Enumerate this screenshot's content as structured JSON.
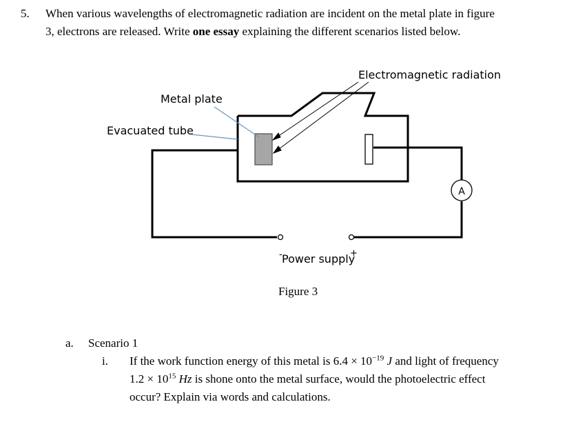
{
  "question": {
    "number": "5.",
    "line1": "When various wavelengths of electromagnetic radiation are incident on the metal plate in figure",
    "line2_pre": "3, electrons are released. Write ",
    "line2_bold": "one essay",
    "line2_post": " explaining the different scenarios listed below."
  },
  "figure": {
    "label_radiation": "Electromagnetic radiation",
    "label_metal_plate": "Metal plate",
    "label_evacuated_tube": "Evacuated tube",
    "label_ammeter": "A",
    "label_power_supply": "Power supply",
    "label_minus": "-",
    "label_plus": "+",
    "caption": "Figure 3"
  },
  "scenario": {
    "marker": "a.",
    "title": "Scenario 1",
    "item_marker": "i.",
    "line1_pre": "If the work function energy of this metal is ",
    "line1_math": "6.4 × 10",
    "line1_exp": "−19",
    "line1_unit": "J",
    "line1_post": " and light of frequency",
    "line2_math": "1.2 × 10",
    "line2_exp": "15",
    "line2_unit": "Hz",
    "line2_post": " is shone onto the metal surface, would the photoelectric effect",
    "line3": "occur? Explain via words and calculations."
  }
}
